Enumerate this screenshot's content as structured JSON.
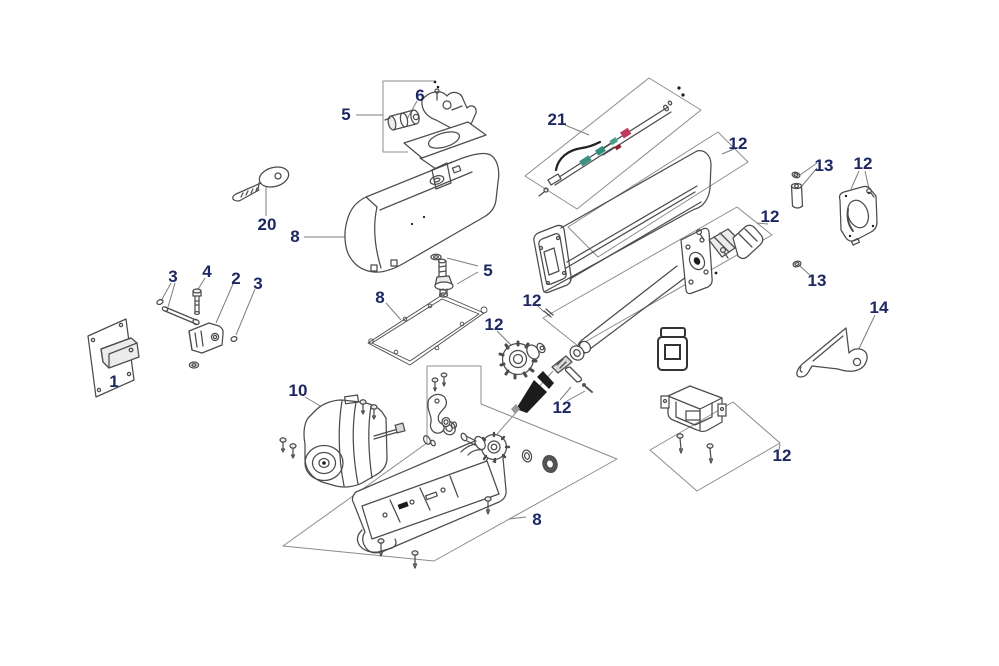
{
  "diagram": {
    "kind": "exploded-parts-diagram",
    "visible_text_type": "numeric part callouts only"
  },
  "callouts": [
    {
      "label": "1"
    },
    {
      "label": "2"
    },
    {
      "label": "3"
    },
    {
      "label": "3"
    },
    {
      "label": "4"
    },
    {
      "label": "5"
    },
    {
      "label": "5"
    },
    {
      "label": "6"
    },
    {
      "label": "8"
    },
    {
      "label": "8"
    },
    {
      "label": "8"
    },
    {
      "label": "10"
    },
    {
      "label": "12"
    },
    {
      "label": "12"
    },
    {
      "label": "12"
    },
    {
      "label": "12"
    },
    {
      "label": "12"
    },
    {
      "label": "12"
    },
    {
      "label": "12"
    },
    {
      "label": "13"
    },
    {
      "label": "13"
    },
    {
      "label": "14"
    },
    {
      "label": "20"
    },
    {
      "label": "21"
    }
  ],
  "colors": {
    "background": "#ffffff",
    "drawing_line": "#4c4c4c",
    "grouping_line": "#8c8c8c",
    "callout_text": "#1d2862",
    "harness_teal": "#2e8f7d",
    "harness_red": "#c13a5e",
    "black_fill": "#1c1c1c"
  }
}
